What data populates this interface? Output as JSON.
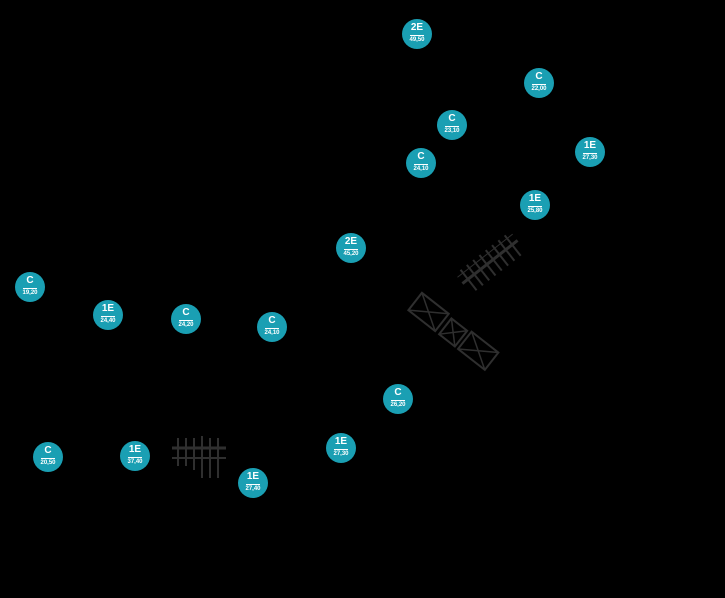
{
  "markers": [
    {
      "type": "2E",
      "value": "49,50"
    },
    {
      "type": "C",
      "value": "22,00"
    },
    {
      "type": "C",
      "value": "23,10"
    },
    {
      "type": "1E",
      "value": "27,30"
    },
    {
      "type": "C",
      "value": "24,10"
    },
    {
      "type": "1E",
      "value": "25,80"
    },
    {
      "type": "2E",
      "value": "45,20"
    },
    {
      "type": "C",
      "value": "19,20"
    },
    {
      "type": "1E",
      "value": "24,40"
    },
    {
      "type": "C",
      "value": "24,20"
    },
    {
      "type": "C",
      "value": "24,10"
    },
    {
      "type": "C",
      "value": "26,20"
    },
    {
      "type": "1E",
      "value": "27,30"
    },
    {
      "type": "C",
      "value": "20,50"
    },
    {
      "type": "1E",
      "value": "37,40"
    },
    {
      "type": "1E",
      "value": "27,40"
    }
  ],
  "colors": {
    "marker_fill": "#1a9fb3",
    "marker_text": "#ffffff",
    "background": "#000000"
  }
}
